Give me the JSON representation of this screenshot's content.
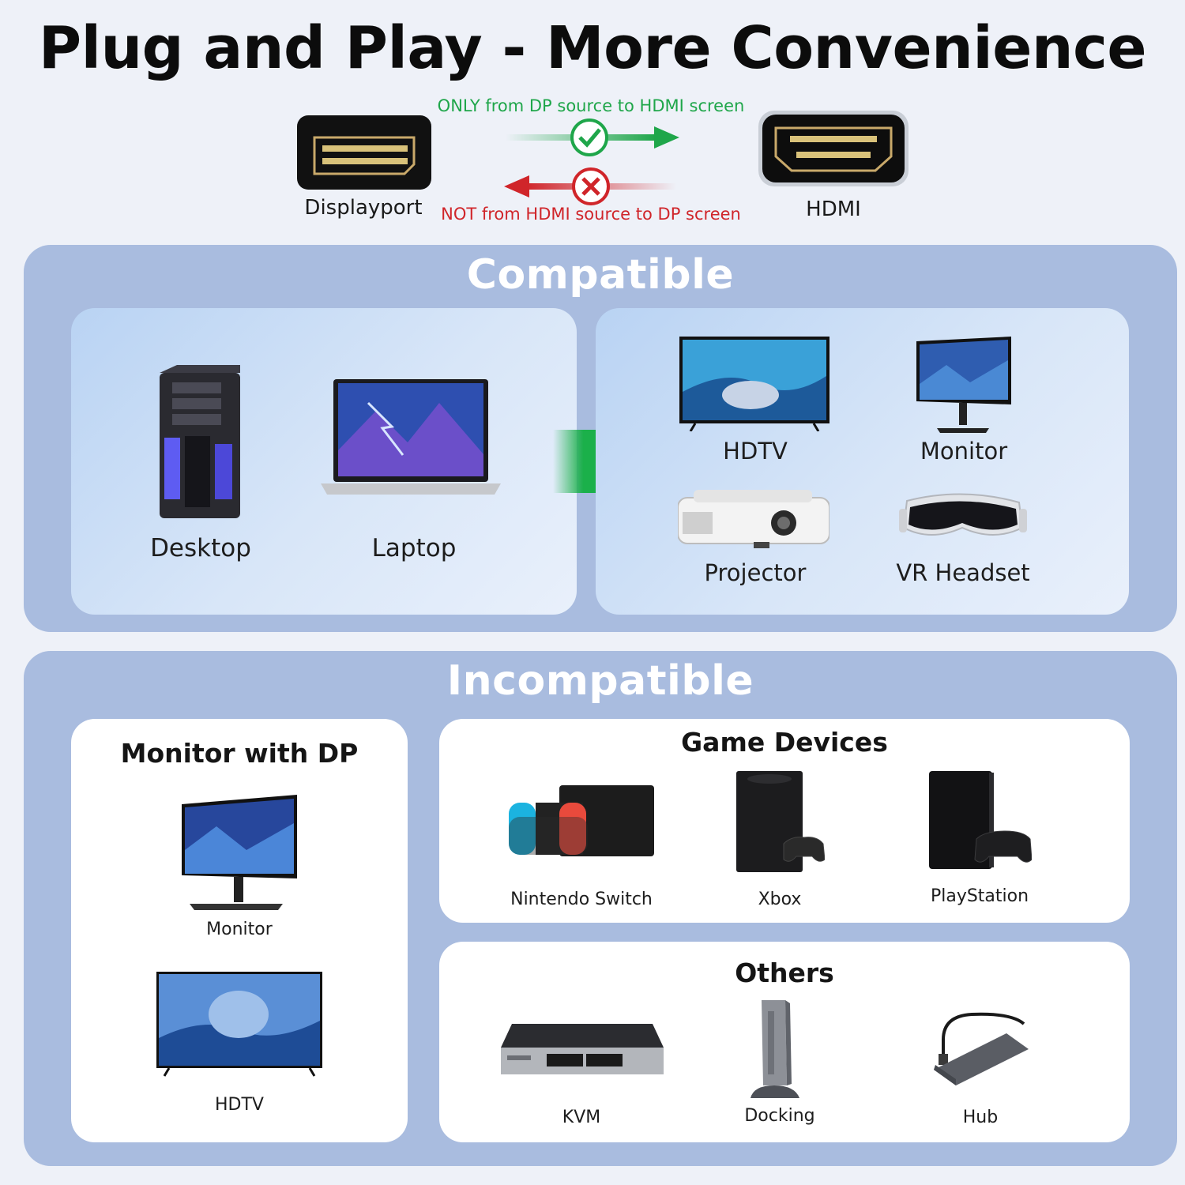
{
  "title": "Plug and Play - More Convenience",
  "connectors": {
    "source_label": "Displayport",
    "target_label": "HDMI",
    "allowed_text": "ONLY from DP source to HDMI screen",
    "disallowed_text": "NOT from HDMI source to DP screen"
  },
  "compatible": {
    "heading": "Compatible",
    "sources": [
      {
        "label": "Desktop",
        "icon": "desktop-tower-icon"
      },
      {
        "label": "Laptop",
        "icon": "laptop-icon"
      }
    ],
    "targets": [
      {
        "label": "HDTV",
        "icon": "tv-icon"
      },
      {
        "label": "Monitor",
        "icon": "monitor-icon"
      },
      {
        "label": "Projector",
        "icon": "projector-icon"
      },
      {
        "label": "VR Headset",
        "icon": "vr-headset-icon"
      }
    ]
  },
  "incompatible": {
    "heading": "Incompatible",
    "monitor_card": {
      "title": "Monitor with DP",
      "items": [
        {
          "label": "Monitor",
          "icon": "monitor-icon"
        },
        {
          "label": "HDTV",
          "icon": "tv-icon"
        }
      ]
    },
    "game_card": {
      "title": "Game Devices",
      "items": [
        {
          "label": "Nintendo Switch",
          "icon": "nintendo-switch-icon"
        },
        {
          "label": "Xbox",
          "icon": "xbox-console-icon"
        },
        {
          "label": "PlayStation",
          "icon": "playstation-console-icon"
        }
      ]
    },
    "others_card": {
      "title": "Others",
      "items": [
        {
          "label": "KVM",
          "icon": "kvm-switch-icon"
        },
        {
          "label": "Docking",
          "icon": "docking-station-icon"
        },
        {
          "label": "Hub",
          "icon": "usb-hub-icon"
        }
      ]
    }
  },
  "colors": {
    "panel": "#a9bcdf",
    "allowed": "#1fa64a",
    "disallowed": "#d0252a",
    "arrow": "#1bb04a"
  }
}
